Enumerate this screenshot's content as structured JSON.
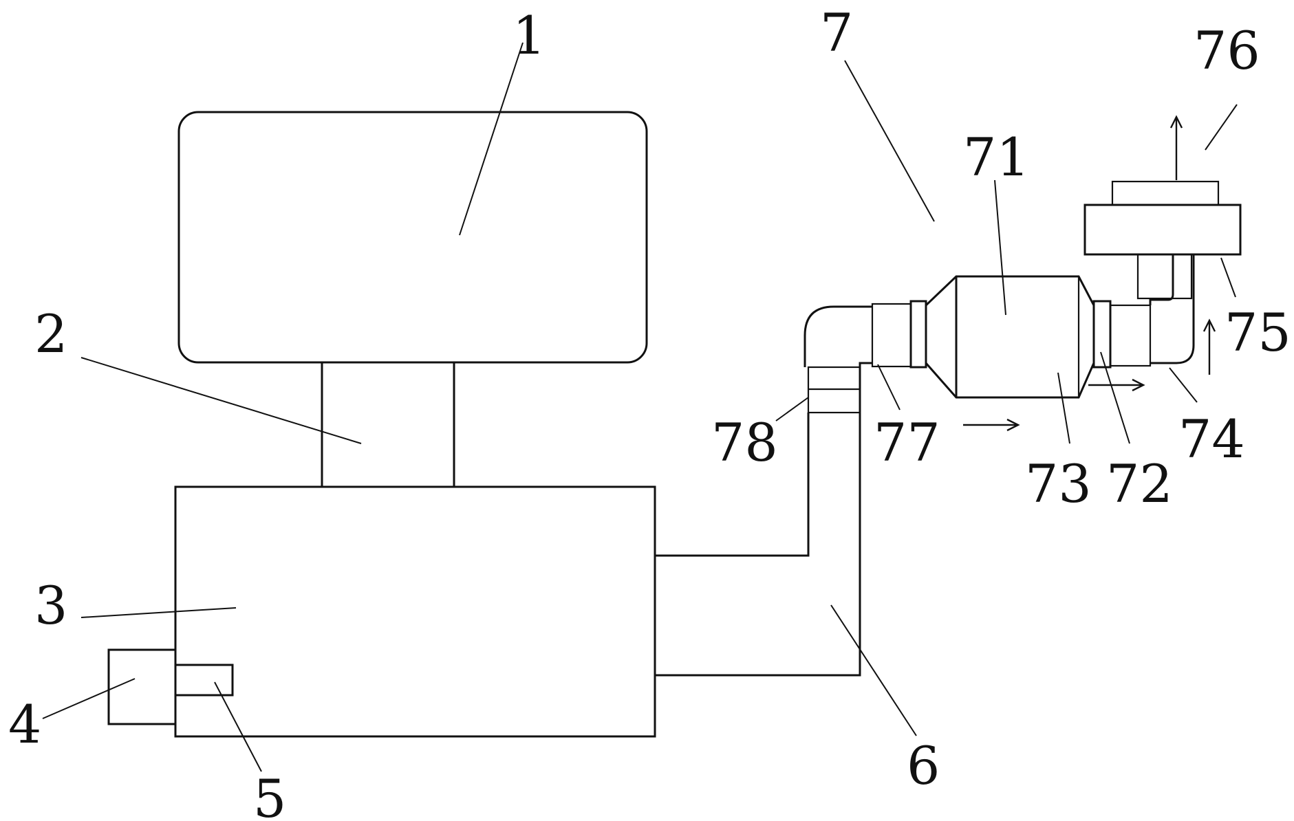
{
  "labels": {
    "l1": "1",
    "l2": "2",
    "l3": "3",
    "l4": "4",
    "l5": "5",
    "l6": "6",
    "l7": "7",
    "l71": "71",
    "l72": "72",
    "l73": "73",
    "l74": "74",
    "l75": "75",
    "l76": "76",
    "l77": "77",
    "l78": "78"
  }
}
